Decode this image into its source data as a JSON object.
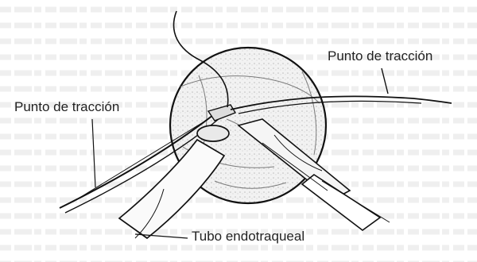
{
  "labels": {
    "traction_right": "Punto de tracción",
    "traction_left": "Punto de tracción",
    "tube": "Tubo endotraqueal"
  }
}
